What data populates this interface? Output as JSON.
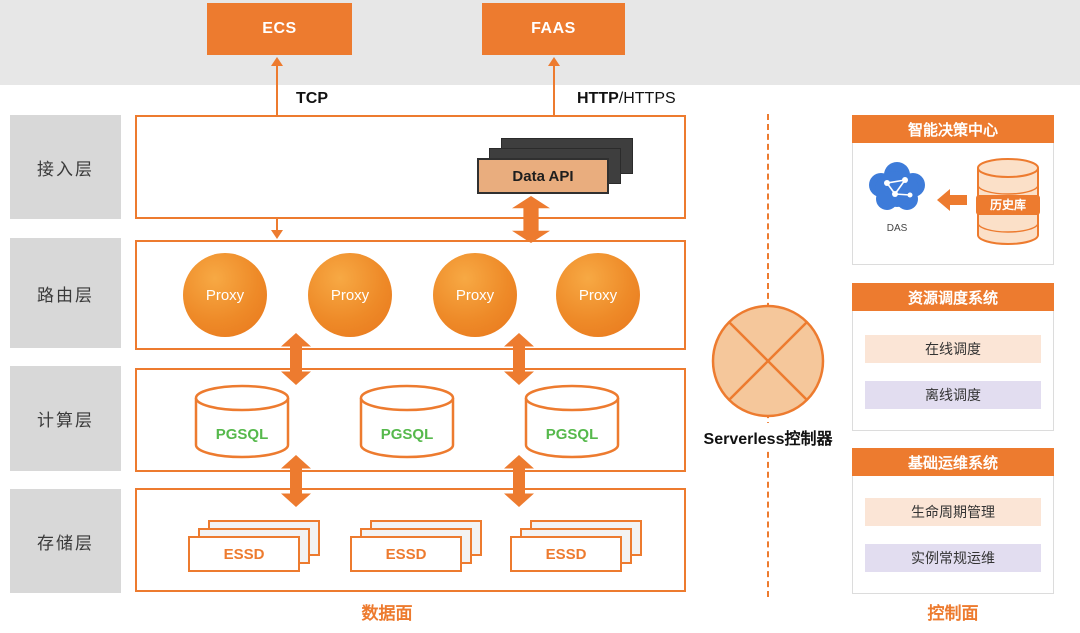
{
  "clients": {
    "ecs": "ECS",
    "faas": "FAAS"
  },
  "protocols": {
    "tcp": "TCP",
    "http": "HTTP",
    "https_suffix": "/HTTPS"
  },
  "layers": {
    "access": "接入层",
    "routing": "路由层",
    "compute": "计算层",
    "storage": "存储层"
  },
  "data_plane": {
    "data_api": "Data API",
    "proxies": [
      "Proxy",
      "Proxy",
      "Proxy",
      "Proxy"
    ],
    "databases": [
      "PGSQL",
      "PGSQL",
      "PGSQL"
    ],
    "storage_units": [
      "ESSD",
      "ESSD",
      "ESSD"
    ],
    "caption": "数据面"
  },
  "controller": {
    "label": "Serverless控制器"
  },
  "control_plane": {
    "caption": "控制面",
    "decision_center": {
      "title": "智能决策中心",
      "engine": "DAS",
      "history_db": "历史库"
    },
    "scheduler": {
      "title": "资源调度系统",
      "rows": [
        "在线调度",
        "离线调度"
      ]
    },
    "ops": {
      "title": "基础运维系统",
      "rows": [
        "生命周期管理",
        "实例常规运维"
      ]
    }
  },
  "colors": {
    "accent_orange": "#ED7B2F",
    "pgsql_green": "#56B94C",
    "brain_blue": "#3D7BD9"
  }
}
